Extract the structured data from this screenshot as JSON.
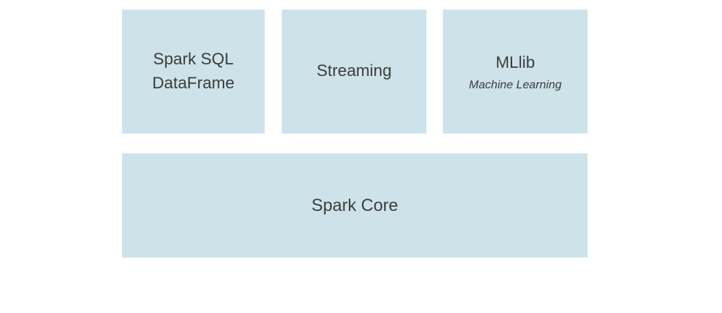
{
  "colors": {
    "box_fill": "#cde3e9",
    "text": "#3d3d3d",
    "background": "#ffffff"
  },
  "diagram": {
    "top_row": [
      {
        "id": "spark-sql",
        "line1": "Spark SQL",
        "line2": "DataFrame"
      },
      {
        "id": "streaming",
        "label": "Streaming"
      },
      {
        "id": "mllib",
        "label": "MLlib",
        "subtitle": "Machine Learning"
      }
    ],
    "bottom_row": {
      "label": "Spark Core"
    }
  }
}
